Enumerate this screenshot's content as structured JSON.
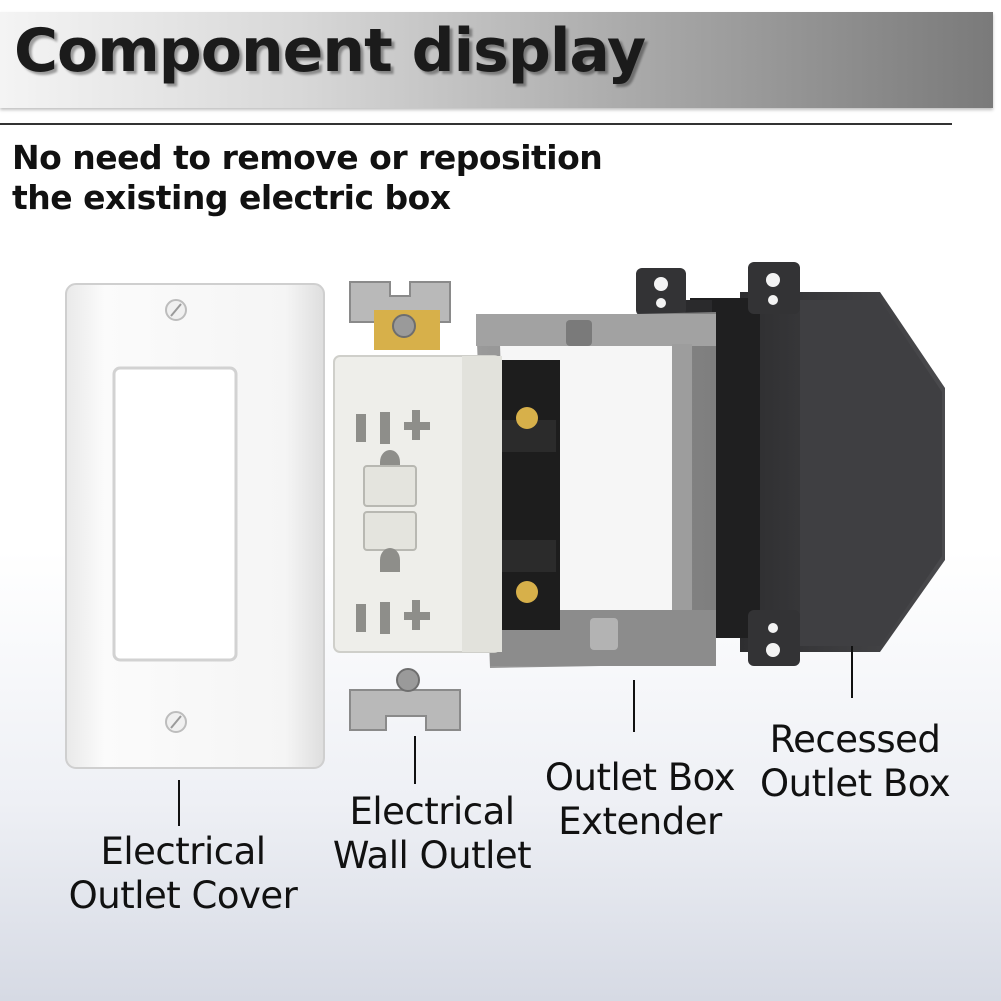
{
  "banner": {
    "title": "Component display"
  },
  "subtitle": {
    "lines": [
      "No need to remove or reposition",
      "the existing electric box"
    ]
  },
  "components": [
    {
      "lines": [
        "Electrical",
        "Outlet Cover"
      ]
    },
    {
      "lines": [
        "Electrical",
        "Wall Outlet"
      ]
    },
    {
      "lines": [
        "Outlet Box",
        "Extender"
      ]
    },
    {
      "lines": [
        "Recessed",
        "Outlet Box"
      ]
    }
  ],
  "colors": {
    "plate": "#f7f7f7",
    "outlet": "#efefea",
    "extender": "#8f8f8f",
    "recessed_box": "#3d3d3f",
    "brass": "#d7b04a"
  }
}
